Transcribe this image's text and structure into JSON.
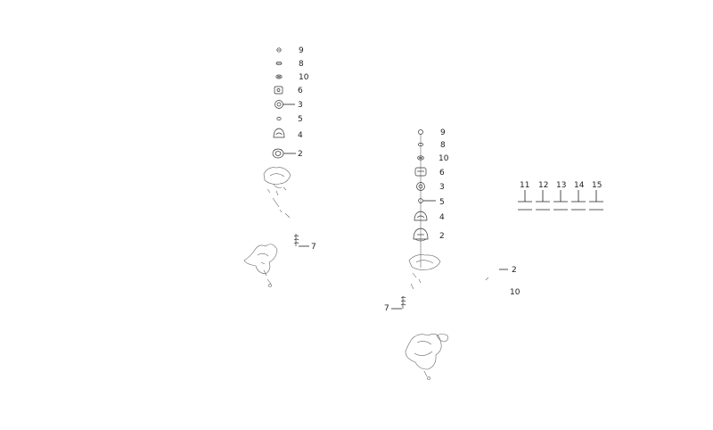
{
  "left_stack": {
    "callouts": [
      "9",
      "8",
      "10",
      "6",
      "3",
      "5",
      "4",
      "2"
    ],
    "spring_callout": "7"
  },
  "middle_stack": {
    "callouts": [
      "9",
      "8",
      "10",
      "6",
      "3",
      "5",
      "4",
      "2"
    ],
    "spring_callout": "7",
    "side_callouts": [
      "2",
      "10"
    ]
  },
  "legend": {
    "items": [
      "11",
      "12",
      "13",
      "14",
      "15"
    ]
  }
}
